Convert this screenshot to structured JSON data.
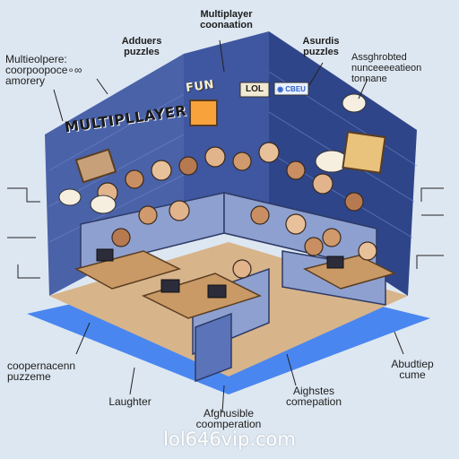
{
  "callouts": {
    "top_center": "Multiplayer\ncoonaation",
    "top_left_mid": "Adduers\npuzzles",
    "top_right_mid": "Asurdis\npuzzles",
    "left_top": "Multieolpere:\ncoorpoopoce∘∞\namorery",
    "right_top": "Assghrobted\nnunceeeeatieon\ntonnane",
    "bottom_left": "coopernacenn\npuzzeme",
    "bottom_left_mid": "Laughter",
    "bottom_center": "Afghusible\ncoomperation",
    "bottom_right_mid": "Aighstes\ncomepation",
    "bottom_right": "Abudtiep\ncume"
  },
  "scene": {
    "banner": "MULTIPLLAYER",
    "banner_fun": "FUN",
    "sign_lol": "LOL",
    "sign_chat": "◉ CBEU"
  },
  "watermark": "lol646vip.com",
  "colors": {
    "wall_left": "#4a62a8",
    "wall_back": "#3f56a0",
    "wall_right": "#2f4589",
    "floor": "#d7b48a",
    "base_glow": "#3a7bf0"
  }
}
